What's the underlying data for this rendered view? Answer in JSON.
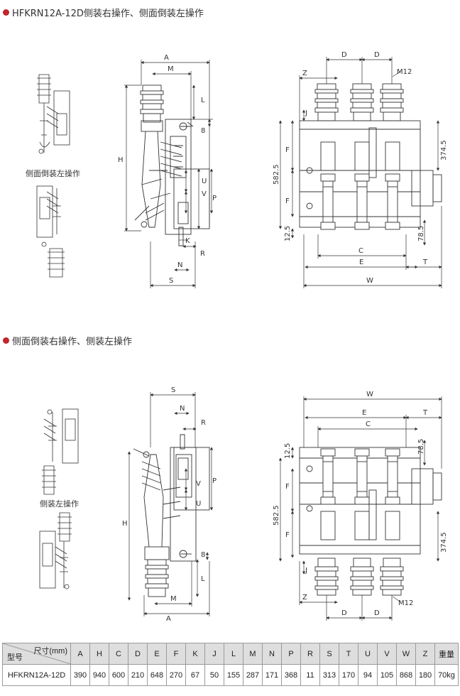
{
  "sections": [
    {
      "title": "HFKRN12A-12D侧装右操作、侧面倒装左操作",
      "caption": "侧面倒装左操作"
    },
    {
      "title": "侧面倒装右操作、侧装左操作",
      "caption": "侧装左操作"
    }
  ],
  "dims": {
    "A": "A",
    "M": "M",
    "L": "L",
    "H": "H",
    "S": "S",
    "N": "N",
    "R": "R",
    "K": "K",
    "P": "P",
    "U": "U",
    "V": "V",
    "D": "D",
    "Z": "Z",
    "J": "J",
    "F": "F",
    "C": "C",
    "E": "E",
    "W": "W",
    "T": "T",
    "v8": "8",
    "v5825": "582.5",
    "v3745": "374.5",
    "v785": "78.5",
    "v125": "12.5",
    "m12": "M12"
  },
  "table": {
    "header_unit": "尺寸(mm)",
    "header_model": "型号",
    "columns": [
      "A",
      "H",
      "C",
      "D",
      "E",
      "F",
      "K",
      "J",
      "L",
      "M",
      "N",
      "P",
      "R",
      "S",
      "T",
      "U",
      "V",
      "W",
      "Z",
      "重量"
    ],
    "rows": [
      {
        "model": "HFKRN12A-12D",
        "values": [
          "390",
          "940",
          "600",
          "210",
          "648",
          "270",
          "67",
          "50",
          "155",
          "287",
          "171",
          "368",
          "11",
          "313",
          "170",
          "94",
          "105",
          "868",
          "180",
          "70kg"
        ]
      }
    ]
  }
}
